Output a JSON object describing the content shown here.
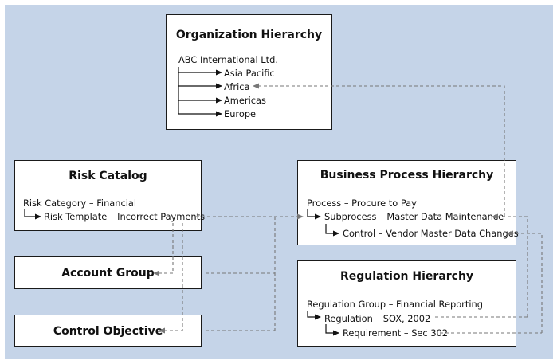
{
  "organization": {
    "title": "Organization Hierarchy",
    "root": "ABC International Ltd.",
    "regions": [
      "Asia Pacific",
      "Africa",
      "Americas",
      "Europe"
    ]
  },
  "risk_catalog": {
    "title": "Risk Catalog",
    "category": "Risk Category – Financial",
    "template": "Risk Template – Incorrect Payments"
  },
  "business_process": {
    "title": "Business Process Hierarchy",
    "process": "Process – Procure to Pay",
    "subprocess": "Subprocess – Master Data Maintenance",
    "control": "Control – Vendor Master Data Changes"
  },
  "account_group": {
    "title": "Account Group"
  },
  "regulation": {
    "title": "Regulation Hierarchy",
    "group": "Regulation Group – Financial Reporting",
    "regulation": "Regulation – SOX, 2002",
    "requirement": "Requirement – Sec 302"
  },
  "control_objective": {
    "title": "Control Objective"
  },
  "colors": {
    "background": "#c5d4e8",
    "box_border": "#1a1a1a",
    "connector": "#777777"
  }
}
